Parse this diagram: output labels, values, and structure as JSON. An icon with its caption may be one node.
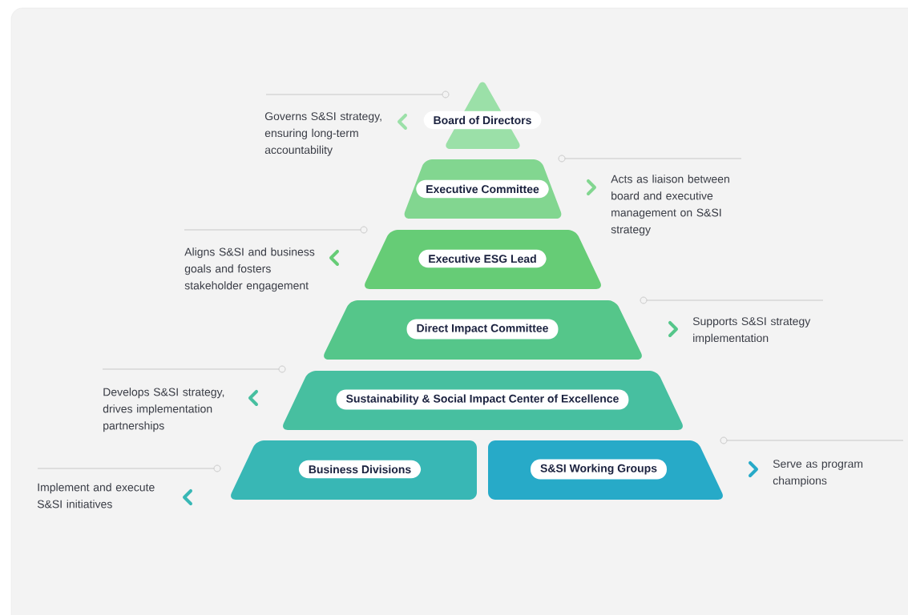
{
  "diagram": {
    "nodes": [
      {
        "text": [
          "Board of Directors"
        ]
      },
      {
        "text": [
          "Executive Committee"
        ]
      },
      {
        "text": [
          "Executive ESG Lead"
        ]
      },
      {
        "text": [
          "Direct Impact Committee"
        ]
      },
      {
        "text": [
          "Sustainability & Social Impact Center of Excellence"
        ]
      },
      {
        "text": [
          "Business Divisions"
        ]
      },
      {
        "text": [
          "S&SI Working Groups"
        ]
      }
    ],
    "labels": [
      "Governs S&SI strategy, ensuring long-term accountability",
      "Acts as liaison between board and executive management on S&SI strategy",
      "Aligns S&SI and business goals and fosters stakeholder engagement",
      "Supports S&SI strategy implementation",
      "Develops S&SI strategy, drives implementation partnerships",
      "Serve as program champions",
      "Implement and execute S&SI initiatives"
    ]
  }
}
